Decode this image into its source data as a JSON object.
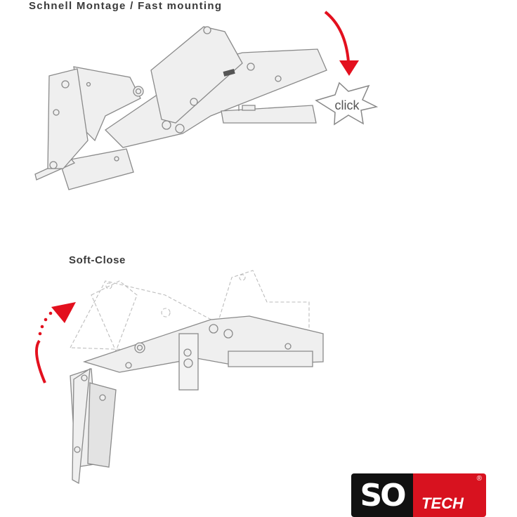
{
  "titles": {
    "fast_mounting": "Schnell Montage / Fast mounting",
    "soft_close": "Soft-Close"
  },
  "callout": {
    "click_label": "click"
  },
  "logo": {
    "left_text": "SO",
    "right_text": "TECH",
    "registered": "®"
  },
  "colors": {
    "arrow_red": "#e3101e",
    "line_gray": "#8a8a8a",
    "fill_gray": "#ececec",
    "logo_black": "#111111",
    "logo_red": "#d8121f"
  },
  "icons": {
    "down_arrow": "curved-arrow-down-icon",
    "up_arrow": "dotted-curved-arrow-up-icon",
    "burst": "starburst-icon"
  }
}
